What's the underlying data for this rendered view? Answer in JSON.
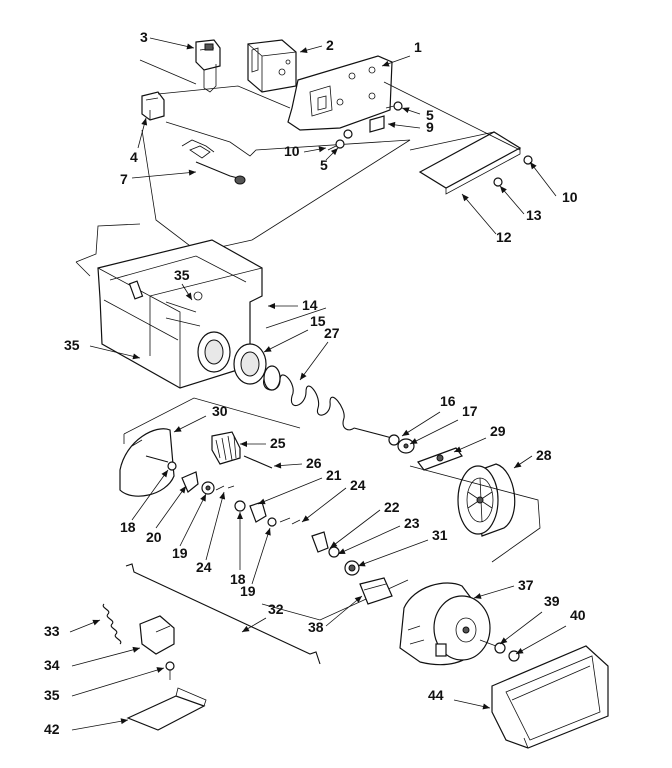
{
  "callouts": [
    {
      "id": "c1",
      "text": "1"
    },
    {
      "id": "c2",
      "text": "2"
    },
    {
      "id": "c3",
      "text": "3"
    },
    {
      "id": "c4",
      "text": "4"
    },
    {
      "id": "c5a",
      "text": "5"
    },
    {
      "id": "c5b",
      "text": "5"
    },
    {
      "id": "c7",
      "text": "7"
    },
    {
      "id": "c9",
      "text": "9"
    },
    {
      "id": "c10a",
      "text": "10"
    },
    {
      "id": "c10b",
      "text": "10"
    },
    {
      "id": "c12",
      "text": "12"
    },
    {
      "id": "c13",
      "text": "13"
    },
    {
      "id": "c14",
      "text": "14"
    },
    {
      "id": "c15",
      "text": "15"
    },
    {
      "id": "c16",
      "text": "16"
    },
    {
      "id": "c17",
      "text": "17"
    },
    {
      "id": "c18a",
      "text": "18"
    },
    {
      "id": "c18b",
      "text": "18"
    },
    {
      "id": "c19a",
      "text": "19"
    },
    {
      "id": "c19b",
      "text": "19"
    },
    {
      "id": "c20",
      "text": "20"
    },
    {
      "id": "c21",
      "text": "21"
    },
    {
      "id": "c22",
      "text": "22"
    },
    {
      "id": "c23",
      "text": "23"
    },
    {
      "id": "c24a",
      "text": "24"
    },
    {
      "id": "c24b",
      "text": "24"
    },
    {
      "id": "c25",
      "text": "25"
    },
    {
      "id": "c26",
      "text": "26"
    },
    {
      "id": "c27",
      "text": "27"
    },
    {
      "id": "c28",
      "text": "28"
    },
    {
      "id": "c29",
      "text": "29"
    },
    {
      "id": "c30",
      "text": "30"
    },
    {
      "id": "c31",
      "text": "31"
    },
    {
      "id": "c32",
      "text": "32"
    },
    {
      "id": "c33",
      "text": "33"
    },
    {
      "id": "c34",
      "text": "34"
    },
    {
      "id": "c35a",
      "text": "35"
    },
    {
      "id": "c35b",
      "text": "35"
    },
    {
      "id": "c35c",
      "text": "35"
    },
    {
      "id": "c37",
      "text": "37"
    },
    {
      "id": "c38",
      "text": "38"
    },
    {
      "id": "c39",
      "text": "39"
    },
    {
      "id": "c40",
      "text": "40"
    },
    {
      "id": "c42",
      "text": "42"
    },
    {
      "id": "c44",
      "text": "44"
    }
  ]
}
